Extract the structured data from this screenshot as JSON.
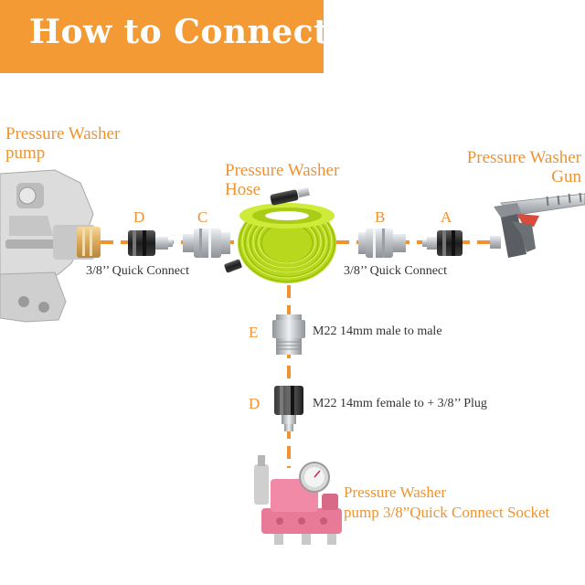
{
  "header": {
    "title": "How to Connect"
  },
  "labels": {
    "pump_left": "Pressure Washer\npump",
    "hose": "Pressure Washer\nHose",
    "gun": "Pressure Washer\nGun",
    "pump_bottom_line1": "Pressure Washer",
    "pump_bottom_line2": "pump 3/8”Quick Connect Socket",
    "quick_connect_left": "3/8’’ Quick Connect",
    "quick_connect_right": "3/8’’ Quick Connect",
    "m22_male": "M22 14mm male to male",
    "m22_female": "M22 14mm female to + 3/8’’ Plug"
  },
  "letters": {
    "left_outer": "D",
    "left_inner": "C",
    "right_inner": "B",
    "right_outer": "A",
    "middle_adapter": "E",
    "lower_adapter": "D"
  },
  "colors": {
    "banner": "#f39a34",
    "accent_text": "#f0932e",
    "dash_line": "#f0932e",
    "hose": "#c8e62a",
    "metal": "#c9ccd0",
    "fitting_black": "#2b2b2b",
    "gun_red": "#d94a3a",
    "pump_pink": "#e87a98"
  },
  "icons": {
    "pump_left": "pressure-washer-pump-icon",
    "hose": "hose-coil-icon",
    "gun": "spray-gun-icon",
    "pump_bottom": "triplex-pump-icon"
  }
}
